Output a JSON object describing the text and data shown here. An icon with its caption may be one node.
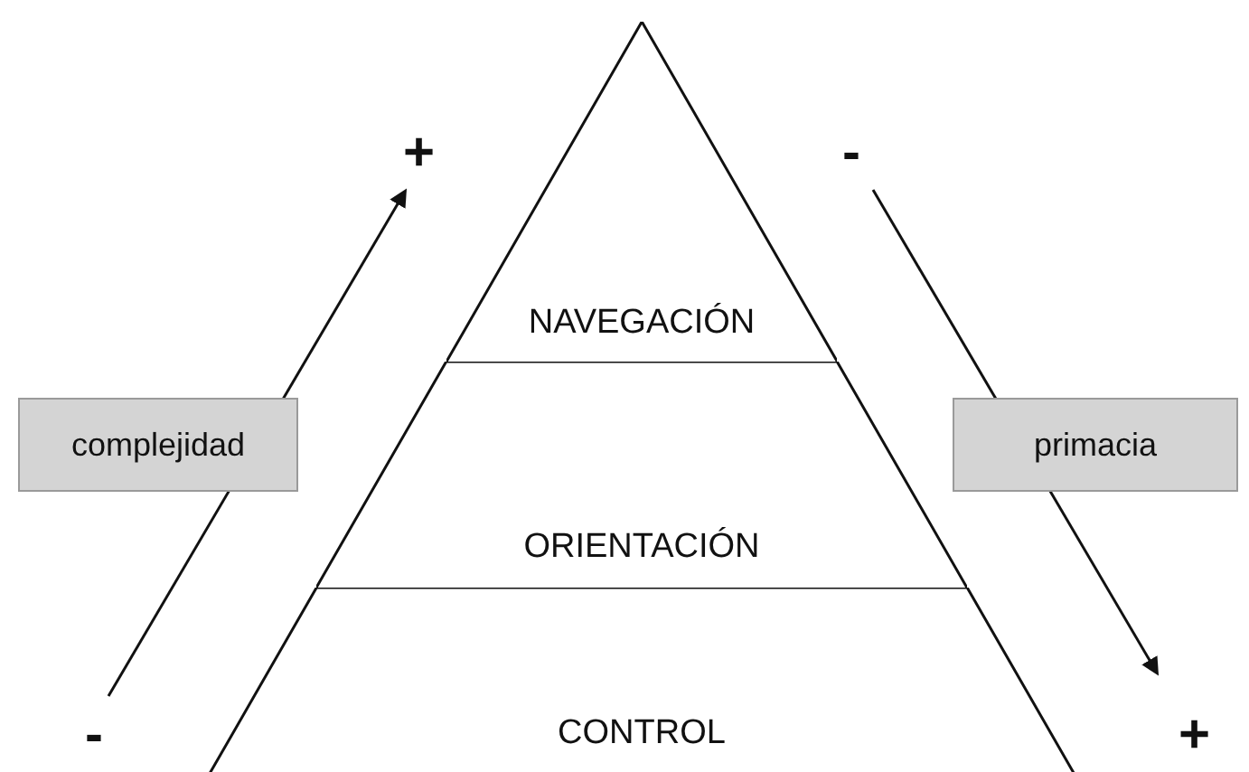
{
  "diagram": {
    "nodes": [
      {
        "text": [
          "NAVEGACIÓN"
        ]
      },
      {
        "text": [
          "ORIENTACIÓN"
        ]
      },
      {
        "text": [
          "CONTROL"
        ]
      },
      {
        "text": [
          "complejidad"
        ]
      },
      {
        "text": [
          "primacia"
        ]
      }
    ],
    "labels": [
      "+",
      "-",
      "-",
      "+"
    ]
  }
}
